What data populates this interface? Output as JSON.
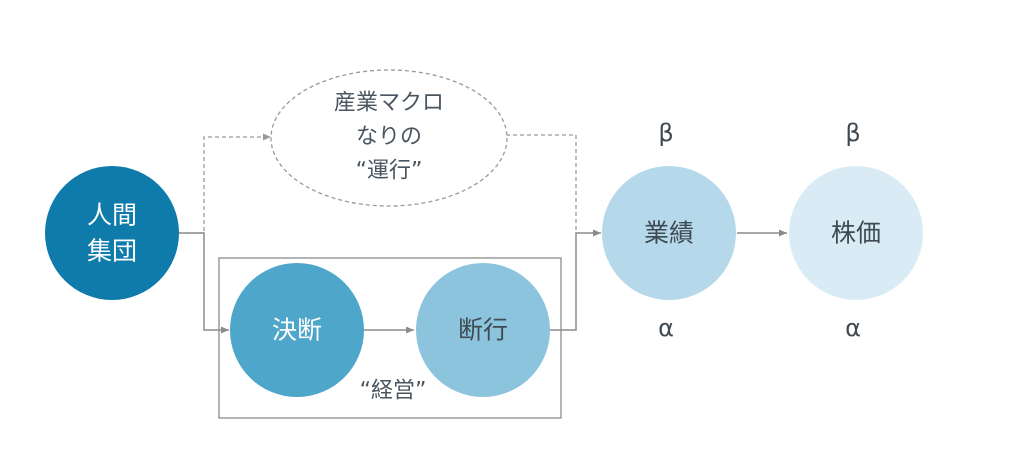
{
  "colors": {
    "human": "#0e7bab",
    "decision": "#4ea6cb",
    "execution": "#8dc4dd",
    "performance": "#b5d9ea",
    "stock": "#d9ecf5",
    "connector": "#8c8c8c",
    "dashed": "#9a9a9a",
    "frame": "#8c8c8c"
  },
  "nodes": {
    "human": {
      "line1": "人間",
      "line2": "集団"
    },
    "macro": {
      "line1": "産業マクロ",
      "line2": "なりの",
      "line3": "“運行”"
    },
    "decision": {
      "label": "決断"
    },
    "execution": {
      "label": "断行"
    },
    "management": {
      "label": "“経営”"
    },
    "performance": {
      "label": "業績",
      "beta": "β",
      "alpha": "α"
    },
    "stock": {
      "label": "株価",
      "beta": "β",
      "alpha": "α"
    }
  }
}
